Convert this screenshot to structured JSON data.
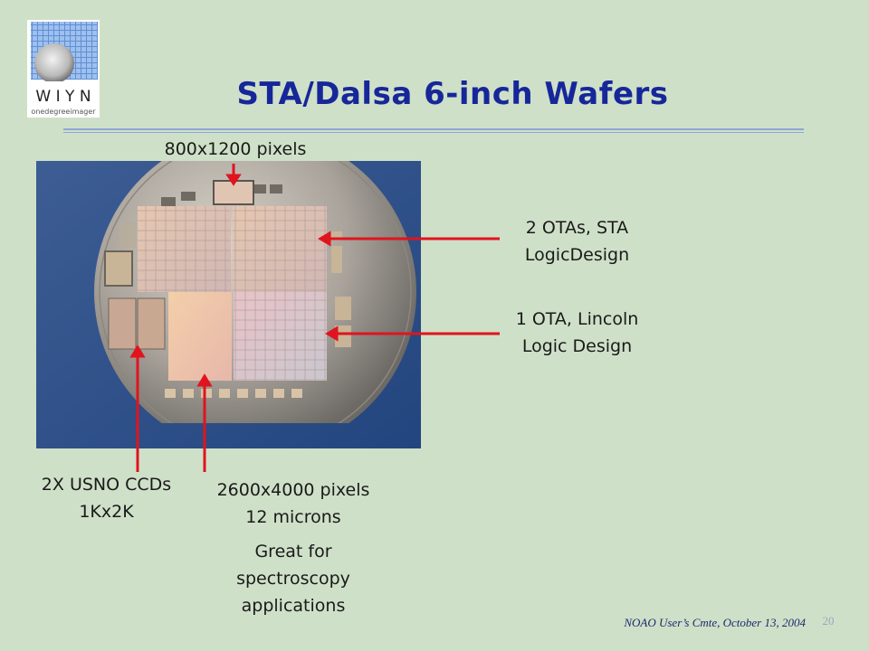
{
  "slide": {
    "title": "STA/Dalsa 6-inch Wafers",
    "logo": {
      "icon": "wiyn-logo-icon",
      "wordmark": "W I Y N",
      "tagline": "onedegreeimager"
    },
    "photo_icon": "wafer-photo-icon"
  },
  "annotations": {
    "top_label": "800x1200 pixels",
    "right_1": [
      "2 OTAs, STA",
      "LogicDesign"
    ],
    "right_2": [
      "1 OTA, Lincoln",
      "Logic Design"
    ],
    "bottom_left": [
      "2X USNO CCDs",
      "1Kx2K"
    ],
    "bottom_mid": [
      "2600x4000 pixels",
      "12 microns"
    ],
    "bottom_note": [
      "Great for",
      "spectroscopy",
      "applications"
    ]
  },
  "footer": {
    "text": "NOAO User’s Cmte, October 13, 2004",
    "page": "20"
  },
  "colors": {
    "title": "#16279a",
    "arrow": "#e0141e",
    "background": "#cfe0c8"
  }
}
